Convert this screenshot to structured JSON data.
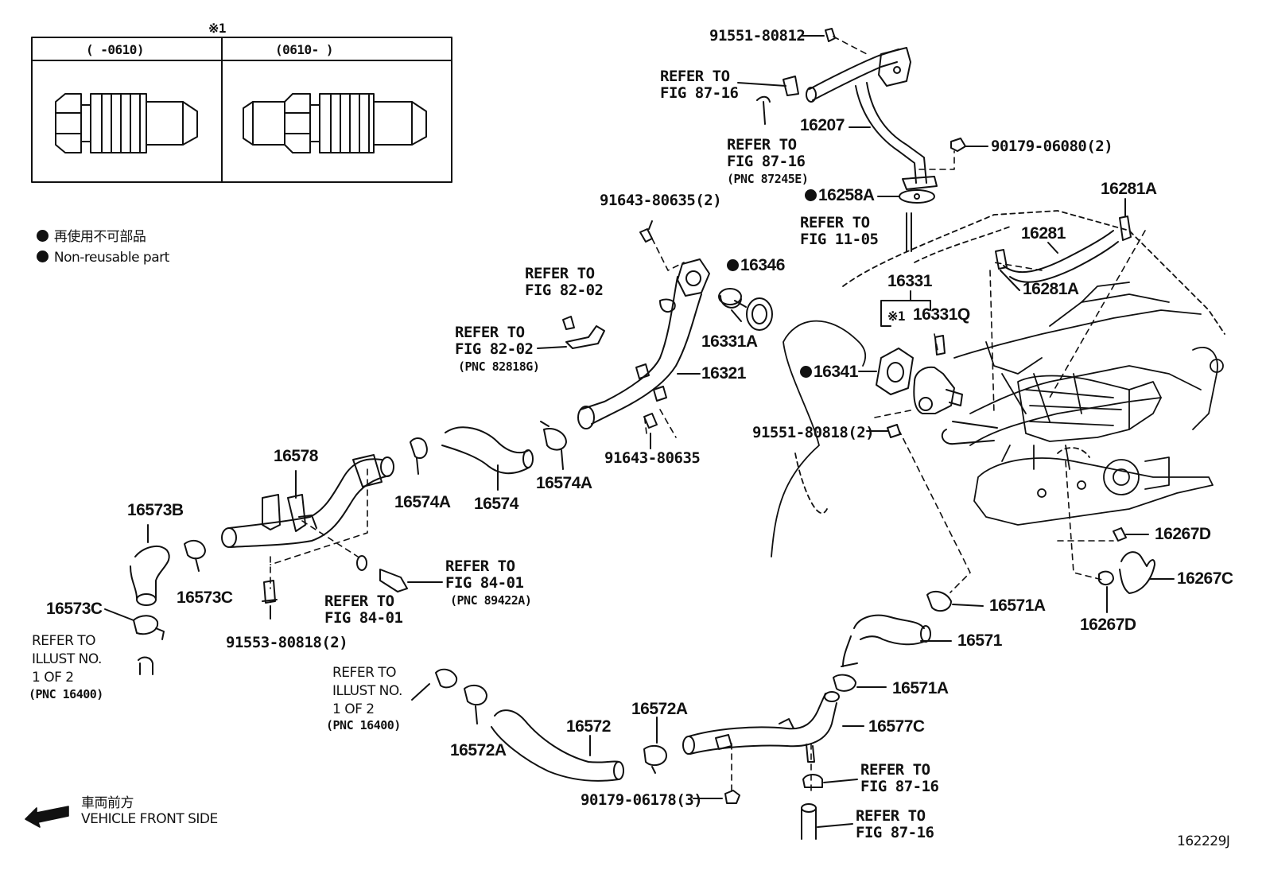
{
  "inset": {
    "note_mark": "※1",
    "col_left_header": "(      -0610)",
    "col_right_header": "(0610-      )"
  },
  "legend": {
    "jp_text": "再使用不可部品",
    "en_text": "Non-reusable part"
  },
  "direction": {
    "jp_text": "車両前方",
    "en_text": "VEHICLE FRONT SIDE"
  },
  "figure_code": "162229J",
  "labels": {
    "p91551_80812": "91551-80812",
    "refer_87_16_a_1": "REFER TO",
    "refer_87_16_a_2": "FIG 87-16",
    "refer_87_16_b_1": "REFER TO",
    "refer_87_16_b_2": "FIG 87-16",
    "refer_87_16_b_3": "(PNC 87245E)",
    "p16207": "16207",
    "p90179_06080": "90179-06080(2)",
    "p16258A": "16258A",
    "refer_11_05_1": "REFER TO",
    "refer_11_05_2": "FIG 11-05",
    "p16281A_top": "16281A",
    "p16281": "16281",
    "p16281A_bottom": "16281A",
    "p91643_80635_2": "91643-80635(2)",
    "p16346": "16346",
    "refer_82_02_a_1": "REFER TO",
    "refer_82_02_a_2": "FIG 82-02",
    "refer_82_02_b_1": "REFER TO",
    "refer_82_02_b_2": "FIG 82-02",
    "refer_82_02_b_3": "(PNC 82818G)",
    "p16331A": "16331A",
    "p16331": "16331",
    "note_16331Q": "※1",
    "p16331Q": "16331Q",
    "p16341": "16341",
    "p16321": "16321",
    "p91551_80818": "91551-80818(2)",
    "p91643_80635": "91643-80635",
    "p16578": "16578",
    "p16574A_left": "16574A",
    "p16574": "16574",
    "p16574A_right": "16574A",
    "p16573B": "16573B",
    "p16573C_a": "16573C",
    "p16573C_b": "16573C",
    "refer_84_01_a_1": "REFER TO",
    "refer_84_01_a_2": "FIG 84-01",
    "refer_84_01_a_3": "(PNC 89422A)",
    "refer_84_01_b_1": "REFER TO",
    "refer_84_01_b_2": "FIG 84-01",
    "p91553_80818": "91553-80818(2)",
    "refer_illust_a_1": "REFER TO",
    "refer_illust_a_2": "ILLUST NO.",
    "refer_illust_a_3": "1 OF 2",
    "refer_illust_a_4": "(PNC 16400)",
    "refer_illust_b_1": "REFER TO",
    "refer_illust_b_2": "ILLUST NO.",
    "refer_illust_b_3": "1 OF 2",
    "refer_illust_b_4": "(PNC 16400)",
    "p16267D_top": "16267D",
    "p16267C": "16267C",
    "p16267D_bottom": "16267D",
    "p16571A_top": "16571A",
    "p16571": "16571",
    "p16571A_bottom": "16571A",
    "p16577C": "16577C",
    "p16572A_left": "16572A",
    "p16572": "16572",
    "p16572A_right": "16572A",
    "p90179_06178": "90179-06178(3)",
    "refer_87_16_c_1": "REFER TO",
    "refer_87_16_c_2": "FIG 87-16",
    "refer_87_16_d_1": "REFER TO",
    "refer_87_16_d_2": "FIG 87-16"
  }
}
